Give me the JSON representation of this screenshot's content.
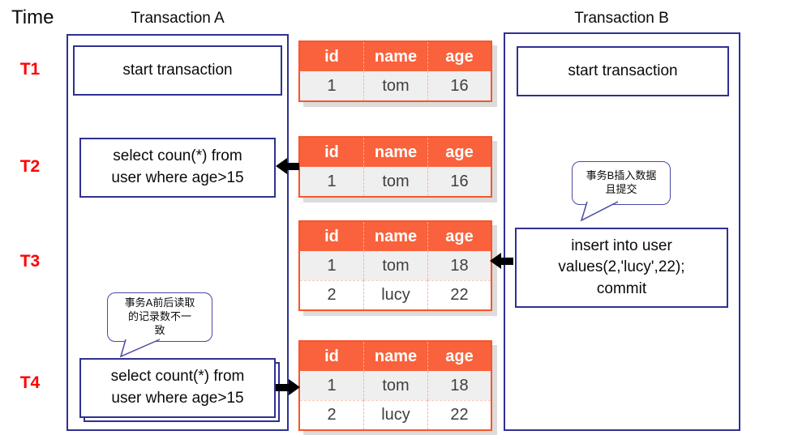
{
  "labels": {
    "time": "Time",
    "t1": "T1",
    "t2": "T2",
    "t3": "T3",
    "t4": "T4"
  },
  "transaction_a": {
    "title": "Transaction A",
    "start_box": "start transaction",
    "t2_query": "select coun(*) from\nuser where age>15",
    "t4_query": "select count(*) from\nuser where age>15",
    "bubble_note": "事务A前后读取\n的记录数不一\n致"
  },
  "transaction_b": {
    "title": "Transaction B",
    "start_box": "start transaction",
    "t3_statement": "insert into user\nvalues(2,'lucy',22);\ncommit",
    "bubble_note": "事务B插入数据\n且提交"
  },
  "tables": [
    {
      "name": "state-at-t1",
      "headers": [
        "id",
        "name",
        "age"
      ],
      "rows": [
        [
          "1",
          "tom",
          "16"
        ]
      ]
    },
    {
      "name": "state-at-t2",
      "headers": [
        "id",
        "name",
        "age"
      ],
      "rows": [
        [
          "1",
          "tom",
          "16"
        ]
      ]
    },
    {
      "name": "state-at-t3",
      "headers": [
        "id",
        "name",
        "age"
      ],
      "rows": [
        [
          "1",
          "tom",
          "18"
        ],
        [
          "2",
          "lucy",
          "22"
        ]
      ]
    },
    {
      "name": "state-at-t4",
      "headers": [
        "id",
        "name",
        "age"
      ],
      "rows": [
        [
          "1",
          "tom",
          "18"
        ],
        [
          "2",
          "lucy",
          "22"
        ]
      ]
    }
  ],
  "colors": {
    "table_header": "#f9623c",
    "table_border": "#f8552c",
    "row_alt": "#efefef",
    "box_border": "#2e3191",
    "time_marker": "#ff0000",
    "arrow": "#000000"
  }
}
